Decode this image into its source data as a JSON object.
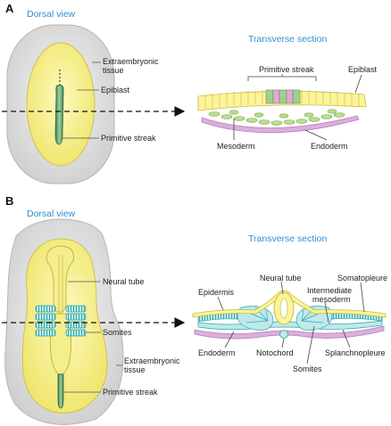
{
  "panel_a": {
    "letter": "A",
    "dorsal_title": "Dorsal view",
    "section_title": "Transverse section",
    "labels": {
      "extraembryonic_line1": "Extraembryonic",
      "extraembryonic_line2": "tissue",
      "epiblast": "Epiblast",
      "primitive_streak": "Primitive streak",
      "section_primitive_streak": "Primitive streak",
      "section_epiblast": "Epiblast",
      "mesoderm": "Mesoderm",
      "endoderm": "Endoderm"
    }
  },
  "panel_b": {
    "letter": "B",
    "dorsal_title": "Dorsal view",
    "section_title": "Transverse section",
    "labels": {
      "neural_tube": "Neural tube",
      "somites": "Somites",
      "extraembryonic_line1": "Extraembryonic",
      "extraembryonic_line2": "tissue",
      "primitive_streak": "Primitive streak",
      "epidermis": "Epidermis",
      "section_neural_tube": "Neural tube",
      "intermediate_line1": "Intermediate",
      "intermediate_line2": "mesoderm",
      "somatopleure": "Somatopleure",
      "endoderm": "Endoderm",
      "notochord": "Notochord",
      "section_somites": "Somites",
      "splanchnopleure": "Splanchnopleure"
    }
  },
  "colors": {
    "title_blue": "#2f8fd0",
    "epiblast_yellow": "#fbf49a",
    "extraembryonic_gray": "#e3e3e3",
    "mesoderm_green": "#b9dd8c",
    "streak_green": "#5e9a6c",
    "endoderm_pink": "#dcaede",
    "somite_cyan": "#5cc4c8"
  }
}
